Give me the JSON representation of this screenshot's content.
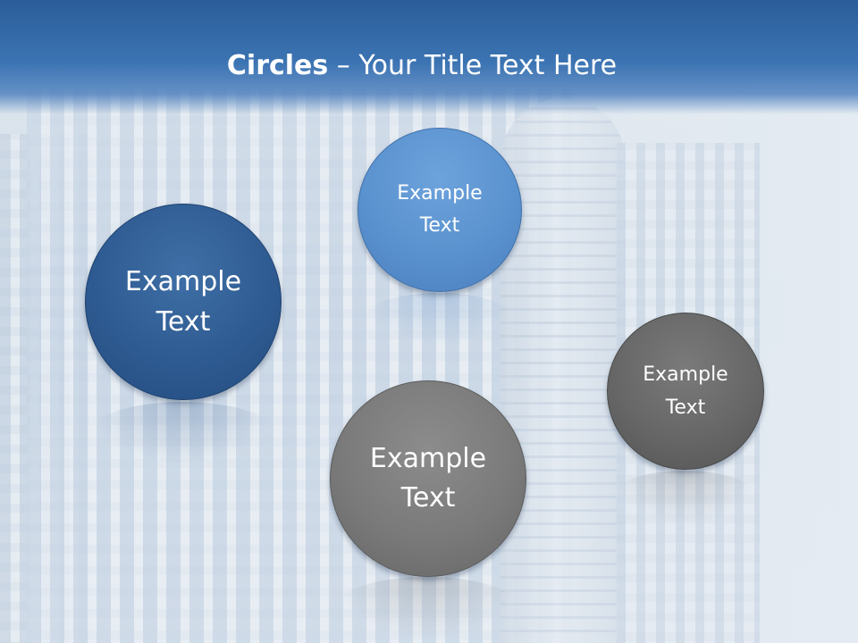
{
  "slide": {
    "title_bold": "Circles",
    "title_rest": " – Your Title Text Here"
  },
  "circles": [
    {
      "label": "Example\nText",
      "color": "#2e5b92"
    },
    {
      "label": "Example\nText",
      "color": "#5a92cf"
    },
    {
      "label": "Example\nText",
      "color": "#7a7a7a"
    },
    {
      "label": "Example\nText",
      "color": "#676767"
    }
  ],
  "colors": {
    "title_band": "#3c74b3",
    "title_text": "#ffffff"
  }
}
